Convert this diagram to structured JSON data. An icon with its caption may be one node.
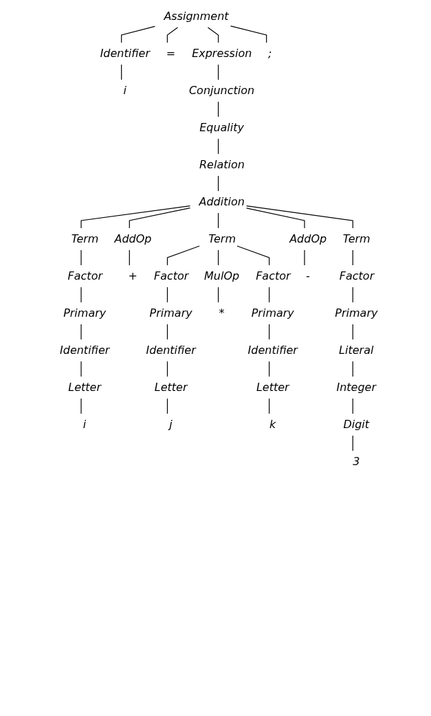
{
  "diagram": {
    "nodes": [
      {
        "text": [
          "Assignment"
        ]
      },
      {
        "text": [
          "Identifier"
        ]
      },
      {
        "text": [
          "="
        ]
      },
      {
        "text": [
          "Expression"
        ]
      },
      {
        "text": [
          ";"
        ]
      },
      {
        "text": [
          "i"
        ]
      },
      {
        "text": [
          "Conjunction"
        ]
      },
      {
        "text": [
          "Equality"
        ]
      },
      {
        "text": [
          "Relation"
        ]
      },
      {
        "text": [
          "Addition"
        ]
      },
      {
        "text": [
          "Term"
        ]
      },
      {
        "text": [
          "AddOp"
        ]
      },
      {
        "text": [
          "Term"
        ]
      },
      {
        "text": [
          "AddOp"
        ]
      },
      {
        "text": [
          "Term"
        ]
      },
      {
        "text": [
          "Factor"
        ]
      },
      {
        "text": [
          "+"
        ]
      },
      {
        "text": [
          "Factor"
        ]
      },
      {
        "text": [
          "MulOp"
        ]
      },
      {
        "text": [
          "Factor"
        ]
      },
      {
        "text": [
          "-"
        ]
      },
      {
        "text": [
          "Factor"
        ]
      },
      {
        "text": [
          "Primary"
        ]
      },
      {
        "text": [
          "Primary"
        ]
      },
      {
        "text": [
          "*"
        ]
      },
      {
        "text": [
          "Primary"
        ]
      },
      {
        "text": [
          "Primary"
        ]
      },
      {
        "text": [
          "Identifier"
        ]
      },
      {
        "text": [
          "Identifier"
        ]
      },
      {
        "text": [
          "Identifier"
        ]
      },
      {
        "text": [
          "Literal"
        ]
      },
      {
        "text": [
          "Letter"
        ]
      },
      {
        "text": [
          "Letter"
        ]
      },
      {
        "text": [
          "Letter"
        ]
      },
      {
        "text": [
          "Integer"
        ]
      },
      {
        "text": [
          "i"
        ]
      },
      {
        "text": [
          "j"
        ]
      },
      {
        "text": [
          "k"
        ]
      },
      {
        "text": [
          "Digit"
        ]
      },
      {
        "text": [
          "3"
        ]
      }
    ],
    "edges": [
      {
        "from": 0,
        "to": 1,
        "arrow": "none"
      },
      {
        "from": 0,
        "to": 2,
        "arrow": "none"
      },
      {
        "from": 0,
        "to": 3,
        "arrow": "none"
      },
      {
        "from": 0,
        "to": 4,
        "arrow": "none"
      },
      {
        "from": 1,
        "to": 5,
        "arrow": "none"
      },
      {
        "from": 3,
        "to": 6,
        "arrow": "none"
      },
      {
        "from": 6,
        "to": 7,
        "arrow": "none"
      },
      {
        "from": 7,
        "to": 8,
        "arrow": "none"
      },
      {
        "from": 8,
        "to": 9,
        "arrow": "none"
      },
      {
        "from": 9,
        "to": 10,
        "arrow": "none"
      },
      {
        "from": 9,
        "to": 11,
        "arrow": "none"
      },
      {
        "from": 9,
        "to": 12,
        "arrow": "none"
      },
      {
        "from": 9,
        "to": 13,
        "arrow": "none"
      },
      {
        "from": 9,
        "to": 14,
        "arrow": "none"
      },
      {
        "from": 10,
        "to": 15,
        "arrow": "none"
      },
      {
        "from": 11,
        "to": 16,
        "arrow": "none"
      },
      {
        "from": 12,
        "to": 17,
        "arrow": "none"
      },
      {
        "from": 12,
        "to": 18,
        "arrow": "none"
      },
      {
        "from": 12,
        "to": 19,
        "arrow": "none"
      },
      {
        "from": 13,
        "to": 20,
        "arrow": "none"
      },
      {
        "from": 14,
        "to": 21,
        "arrow": "none"
      },
      {
        "from": 15,
        "to": 22,
        "arrow": "none"
      },
      {
        "from": 17,
        "to": 23,
        "arrow": "none"
      },
      {
        "from": 18,
        "to": 24,
        "arrow": "none"
      },
      {
        "from": 19,
        "to": 25,
        "arrow": "none"
      },
      {
        "from": 21,
        "to": 26,
        "arrow": "none"
      },
      {
        "from": 22,
        "to": 27,
        "arrow": "none"
      },
      {
        "from": 23,
        "to": 28,
        "arrow": "none"
      },
      {
        "from": 25,
        "to": 29,
        "arrow": "none"
      },
      {
        "from": 26,
        "to": 30,
        "arrow": "none"
      },
      {
        "from": 27,
        "to": 31,
        "arrow": "none"
      },
      {
        "from": 28,
        "to": 32,
        "arrow": "none"
      },
      {
        "from": 29,
        "to": 33,
        "arrow": "none"
      },
      {
        "from": 30,
        "to": 34,
        "arrow": "none"
      },
      {
        "from": 31,
        "to": 35,
        "arrow": "none"
      },
      {
        "from": 32,
        "to": 36,
        "arrow": "none"
      },
      {
        "from": 33,
        "to": 37,
        "arrow": "none"
      },
      {
        "from": 34,
        "to": 38,
        "arrow": "none"
      },
      {
        "from": 38,
        "to": 39,
        "arrow": "none"
      }
    ]
  }
}
